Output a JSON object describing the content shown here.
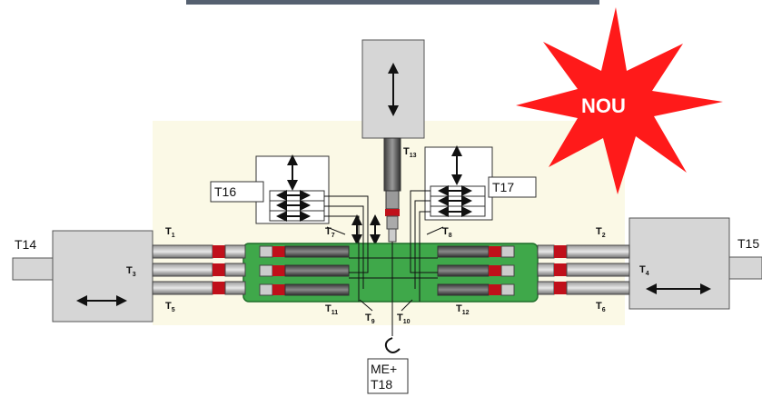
{
  "diagram": {
    "badge": {
      "text": "NOU",
      "color": "#ff1a1a"
    },
    "labels": {
      "t1": "T",
      "t1_sub": "1",
      "t2": "T",
      "t2_sub": "2",
      "t3": "T",
      "t3_sub": "3",
      "t4": "T",
      "t4_sub": "4",
      "t5": "T",
      "t5_sub": "5",
      "t6": "T",
      "t6_sub": "6",
      "t7": "T",
      "t7_sub": "7",
      "t8": "T",
      "t8_sub": "8",
      "t9": "T",
      "t9_sub": "9",
      "t10": "T",
      "t10_sub": "10",
      "t11": "T",
      "t11_sub": "11",
      "t12": "T",
      "t12_sub": "12",
      "t13": "T",
      "t13_sub": "13",
      "t14": "T14",
      "t15": "T15",
      "t16": "T16",
      "t17": "T17",
      "me_line1": "ME+",
      "me_line2": "T18"
    },
    "colors": {
      "background_panel": "#fbf9e6",
      "manifold": "#3fa84a",
      "manifold_edge": "#1f6e2a",
      "block_gray": "#d6d6d6",
      "cylinder_dark": "#5a5a5a",
      "seal_red": "#c0101a"
    }
  }
}
